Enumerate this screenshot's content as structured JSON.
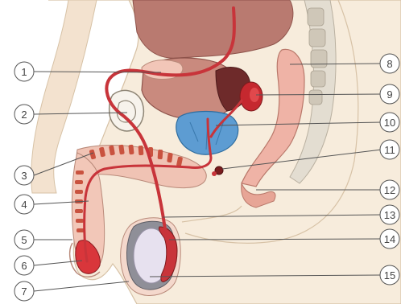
{
  "labels": {
    "left": [
      "1",
      "2",
      "3",
      "4",
      "5",
      "6",
      "7"
    ],
    "right": [
      "8",
      "9",
      "10",
      "11",
      "12",
      "13",
      "14",
      "15"
    ]
  },
  "colors": {
    "skin": "#f6e9d9",
    "bladder": "#c98c80",
    "vessel": "#c8343a",
    "prostate": "#5b9bd0",
    "bone": "#d9d2c6",
    "tissue_pink": "#efb5a8",
    "testis": "#e8e2ef"
  }
}
